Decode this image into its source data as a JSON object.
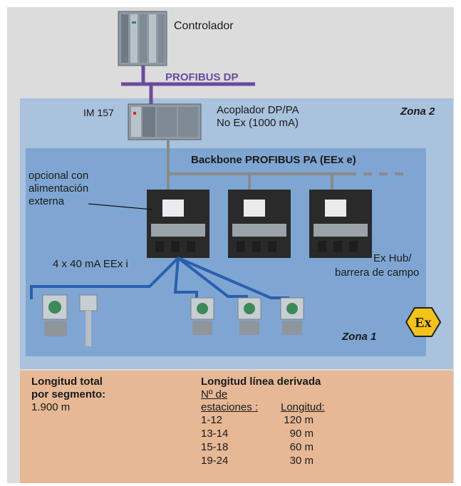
{
  "labels": {
    "controller": "Controlador",
    "profibus_dp": "PROFIBUS DP",
    "im157": "IM 157",
    "coupler_line1": "Acoplador DP/PA",
    "coupler_line2": "No Ex (1000 mA)",
    "zone2": "Zona 2",
    "backbone": "Backbone PROFIBUS PA (EEx e)",
    "optional_line1": "opcional con",
    "optional_line2": "alimentación",
    "optional_line3": "externa",
    "spur_current": "4 x 40 mA EEx i",
    "hub_line1": "Ex Hub/",
    "hub_line2": "barrera de campo",
    "zone1": "Zona 1",
    "ex_symbol": "Ex"
  },
  "table": {
    "total_title_line1": "Longitud total",
    "total_title_line2": "por segmento:",
    "total_value": "1.900 m",
    "spur_title": "Longitud línea derivada",
    "col1_header_line1": "Nº de",
    "col1_header_line2": "estaciones :",
    "col2_header": "Longitud:",
    "rows": [
      {
        "stations": "1-12",
        "length": "120 m"
      },
      {
        "stations": "13-14",
        "length": "90 m"
      },
      {
        "stations": "15-18",
        "length": "60 m"
      },
      {
        "stations": "19-24",
        "length": "30 m"
      }
    ]
  },
  "colors": {
    "profibus_dp_line": "#6b4aa0",
    "spur_cable": "#2a5fae",
    "backbone_cable": "#8a8a8a",
    "zone2_bg": "#a9c2dd",
    "zone1_bg": "#7fa6d2",
    "table_bg": "#e6b896",
    "ex_badge": "#f2c318"
  }
}
